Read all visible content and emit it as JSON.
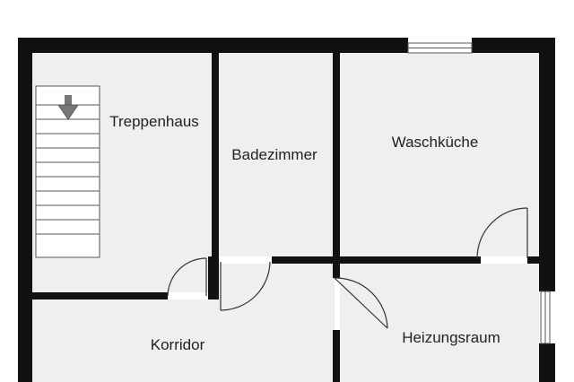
{
  "floorplan": {
    "rooms": [
      {
        "id": "treppenhaus",
        "label": "Treppenhaus"
      },
      {
        "id": "badezimmer",
        "label": "Badezimmer"
      },
      {
        "id": "waschkueche",
        "label": "Waschküche"
      },
      {
        "id": "korridor",
        "label": "Korridor"
      },
      {
        "id": "heizungsraum",
        "label": "Heizungsraum"
      }
    ],
    "colors": {
      "wall": "#111111",
      "floor": "#efefef",
      "door_line": "#333333",
      "arrow": "#777777"
    }
  }
}
